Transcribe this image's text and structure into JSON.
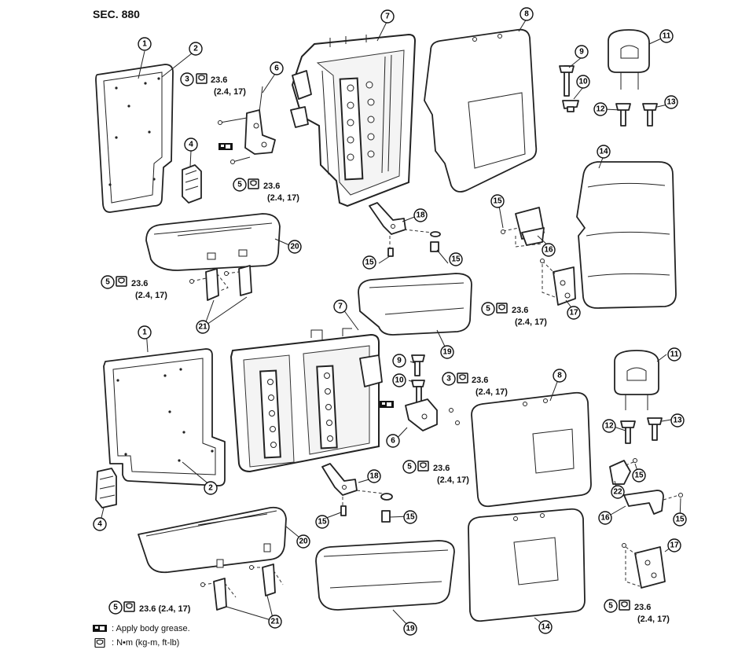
{
  "section": "SEC. 880",
  "torque": {
    "value": "23.6",
    "sub": "(2.4, 17)",
    "inline": "23.6 (2.4, 17)"
  },
  "callouts": [
    "1",
    "2",
    "3",
    "4",
    "5",
    "6",
    "7",
    "8",
    "9",
    "10",
    "11",
    "12",
    "13",
    "14",
    "15",
    "16",
    "17",
    "18",
    "19",
    "20",
    "21",
    "22"
  ],
  "legend": {
    "grease": ": Apply body grease.",
    "torque_unit": ": N•m (kg-m, ft-lb)"
  }
}
